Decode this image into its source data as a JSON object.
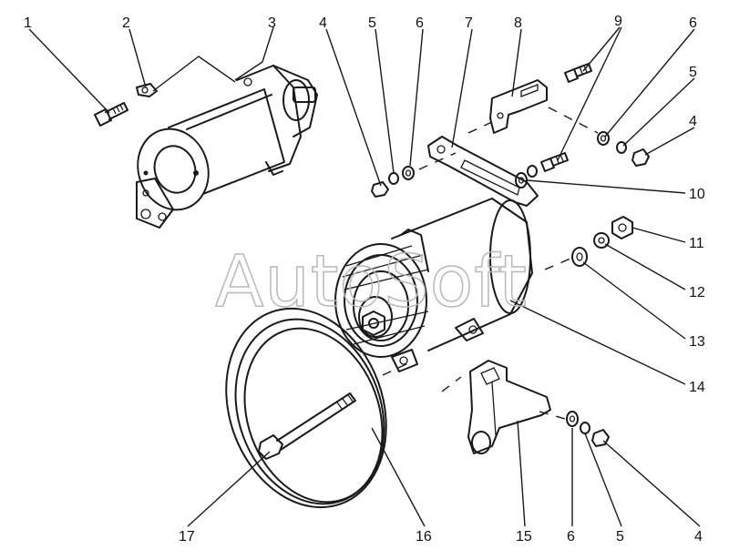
{
  "watermark": {
    "text": "AutoSoft",
    "color": "#b8b8b8"
  },
  "colors": {
    "ink": "#1a1a1a",
    "background": "#ffffff"
  },
  "callouts": [
    "1",
    "2",
    "3",
    "4",
    "5",
    "6",
    "7",
    "8",
    "9",
    "6",
    "5",
    "4",
    "10",
    "11",
    "12",
    "13",
    "14",
    "15",
    "6",
    "5",
    "4",
    "16",
    "17"
  ]
}
